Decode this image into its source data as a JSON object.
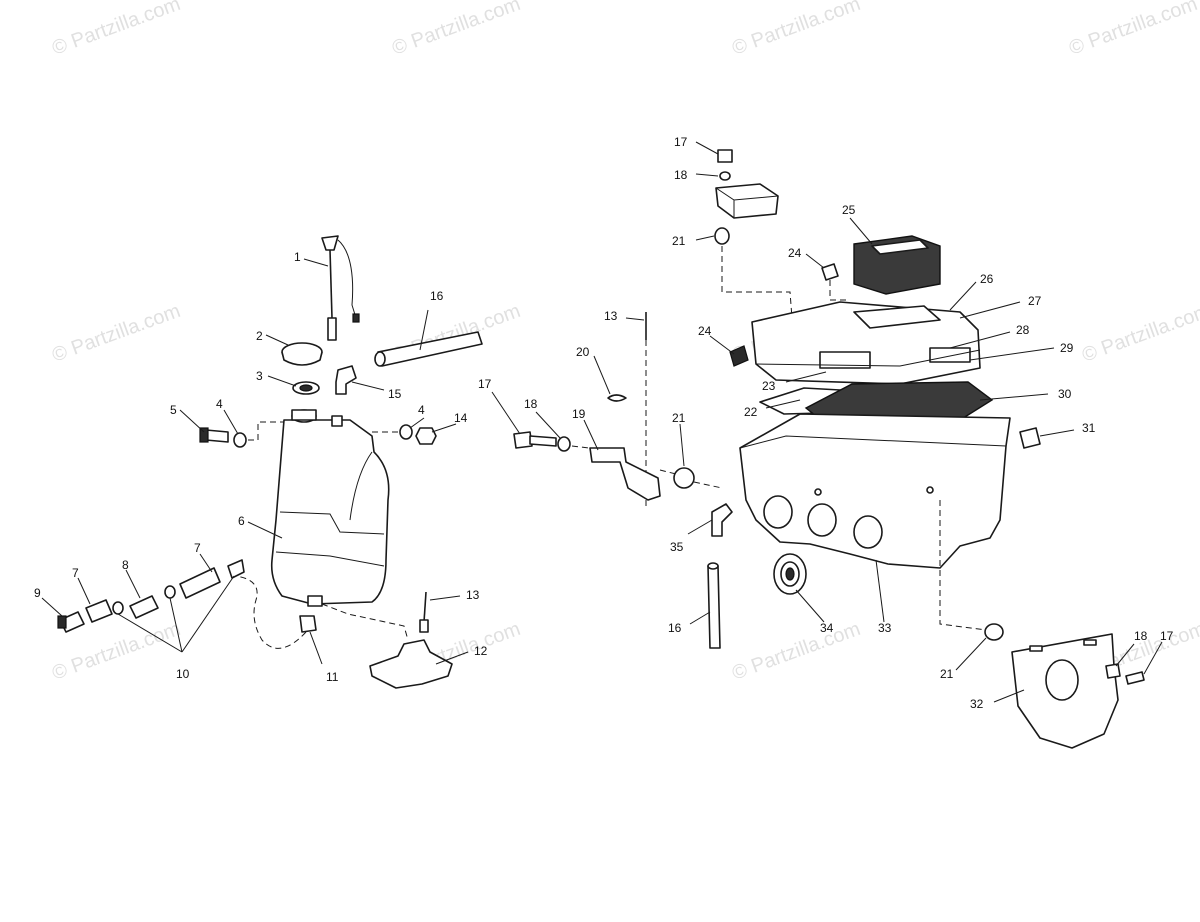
{
  "watermark": "© Partzilla.com",
  "watermark_color": "#c8c8c8",
  "callouts": {
    "c1": "1",
    "c2": "2",
    "c3": "3",
    "c4a": "4",
    "c4b": "4",
    "c5": "5",
    "c6": "6",
    "c7a": "7",
    "c7b": "7",
    "c8": "8",
    "c9": "9",
    "c10": "10",
    "c11": "11",
    "c12": "12",
    "c13a": "13",
    "c13b": "13",
    "c14": "14",
    "c15": "15",
    "c16a": "16",
    "c16b": "16",
    "c17a": "17",
    "c17b": "17",
    "c17c": "17",
    "c18a": "18",
    "c18b": "18",
    "c18c": "18",
    "c19": "19",
    "c20": "20",
    "c21a": "21",
    "c21b": "21",
    "c21c": "21",
    "c22": "22",
    "c23": "23",
    "c24a": "24",
    "c24b": "24",
    "c25": "25",
    "c26": "26",
    "c27": "27",
    "c28": "28",
    "c29": "29",
    "c30": "30",
    "c31": "31",
    "c32": "32",
    "c33": "33",
    "c34": "34",
    "c35": "35"
  }
}
